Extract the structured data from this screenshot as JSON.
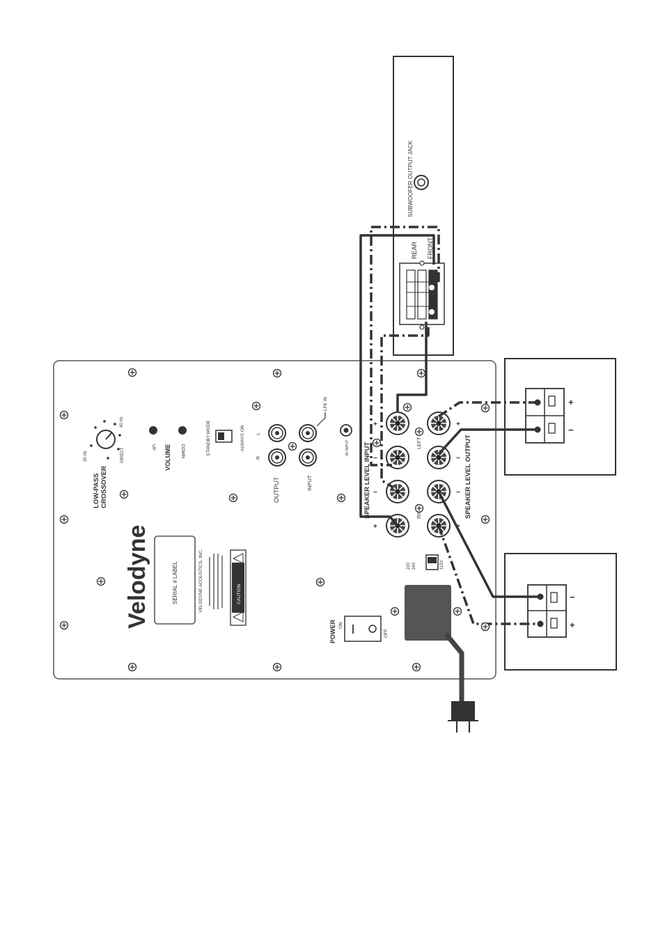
{
  "receiver": {
    "jack_label": "SUBWOOFER OUTPUT JACK",
    "rear_label": "REAR",
    "front_label": "FRONT"
  },
  "panel": {
    "brand": "Velodyne",
    "serial_label": "SERIAL # LABEL",
    "company": "VELODYNE ACOUSTICS, INC.",
    "crossover_title_1": "LOW-PASS",
    "crossover_title_2": "CROSSOVER",
    "crossover_low": "30 Hz",
    "crossover_high": "40 Hz",
    "crossover_direct": "DIRECT",
    "volume_title": "VOLUME",
    "volume_up": "UP",
    "volume_down": "DOWN",
    "standby_mode": "STANDBY MODE",
    "always_on": "ALWAYS ON",
    "output_label": "OUTPUT",
    "input_label": "INPUT",
    "lfe_in": "LFE IN",
    "left_short": "L",
    "right_short": "R",
    "ir_input": "IR INPUT",
    "speaker_input": "SPEAKER LEVEL INPUT",
    "speaker_output": "SPEAKER LEVEL OUTPUT",
    "left": "LEFT",
    "right": "RIGHT",
    "plus": "+",
    "minus": "−",
    "voltage_a": "220",
    "voltage_b": "240",
    "voltage_c": "115V",
    "power_title": "POWER",
    "power_on": "ON",
    "power_off": "OFF",
    "caution": "CAUTION"
  },
  "speakers": {
    "top": {
      "plus": "+",
      "minus": "−"
    },
    "bottom": {
      "plus": "+",
      "minus": "−"
    }
  },
  "colors": {
    "line": "#333333",
    "panel_border": "#555555",
    "power_cord": "#444444"
  }
}
